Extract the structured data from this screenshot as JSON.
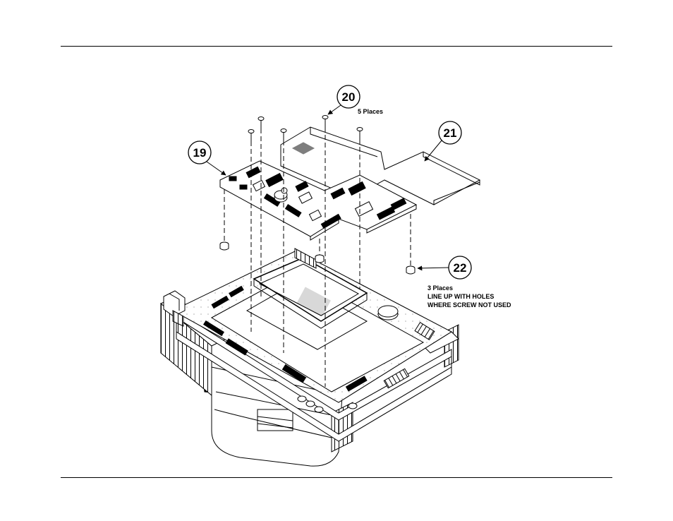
{
  "figure": {
    "callouts": {
      "c19": "19",
      "c20": "20",
      "c21": "21",
      "c22": "22"
    },
    "notes": {
      "screw_qty": "5 Places",
      "standoff_qty": "3 Places",
      "standoff_line1": "LINE UP WITH HOLES",
      "standoff_line2": "WHERE SCREW NOT USED"
    }
  }
}
